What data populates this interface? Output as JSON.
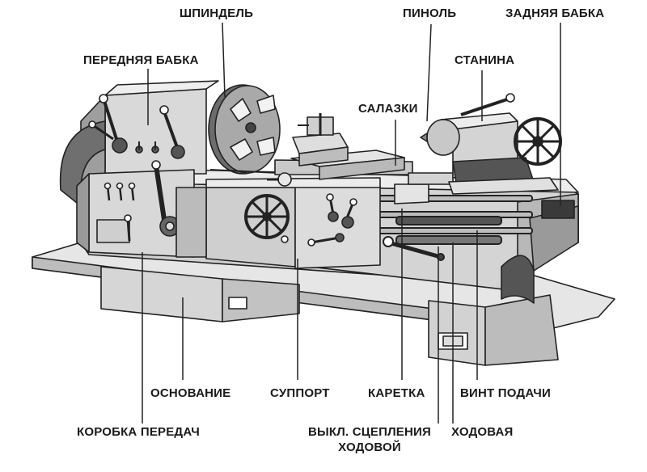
{
  "labels": {
    "spindle": "ШПИНДЕЛЬ",
    "quill": "ПИНОЛЬ",
    "tailstock": "ЗАДНЯЯ БАБКА",
    "headstock": "ПЕРЕДНЯЯ БАБКА",
    "bed": "СТАНИНА",
    "slide": "САЛАЗКИ",
    "base": "ОСНОВАНИЕ",
    "support": "СУППОРТ",
    "carriage": "КАРЕТКА",
    "feed_screw": "ВИНТ ПОДАЧИ",
    "gearbox": "КОРОБКА ПЕРЕДАЧ",
    "clutch_line1": "ВЫКЛ. СЦЕПЛЕНИЯ",
    "clutch_line2": "ХОДОВОЙ",
    "lead_shaft": "ХОДОВАЯ"
  },
  "colors": {
    "ink": "#1a1a1a",
    "body": "#d9d9d9",
    "light": "#ececec",
    "dark": "#8c8c8c",
    "shadow": "#5a5a5a"
  }
}
